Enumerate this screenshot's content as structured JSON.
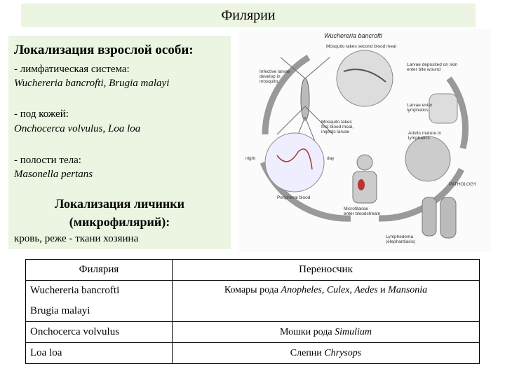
{
  "header": {
    "title": "Филярии"
  },
  "adult": {
    "heading": "Локализация взрослой особи:",
    "groups": [
      {
        "place": "- лимфатическая система:",
        "species": "Wuchereria bancrofti, Brugia malayi"
      },
      {
        "place": "- под кожей:",
        "species": "Onchocerca volvulus, Loa loa"
      },
      {
        "place": "- полости тела:",
        "species": "Masonella pertans"
      }
    ]
  },
  "larva": {
    "heading_line1": "Локализация личинки",
    "heading_line2": "(микрофилярий):",
    "text": "кровь, реже - ткани хозяина"
  },
  "diagram": {
    "title": "Wuchereria bancrofti",
    "labels": {
      "mosquito_second": "Mosquito takes second blood meal",
      "larvae_deposited_1": "Larvae deposited on skin",
      "larvae_deposited_2": "enter bite wound",
      "infective_1": "Infective larvae",
      "infective_2": "develop in",
      "infective_3": "mosquito",
      "larvae_lymph_1": "Larvae enter",
      "larvae_lymph_2": "lymphatics",
      "mosquito_first_1": "Mosquito takes",
      "mosquito_first_2": "first blood meal,",
      "mosquito_first_3": "ingests larvae",
      "adults_1": "Adults mature in",
      "adults_2": "lymphatics",
      "night": "night",
      "day": "day",
      "peripheral": "Peripheral blood",
      "pathology": "PATHOLOGY",
      "microfilariae_1": "Microfilariae",
      "microfilariae_2": "enter bloodstream",
      "lymphedema_1": "Lymphedema",
      "lymphedema_2": "(elephantiasis)"
    }
  },
  "table": {
    "headers": [
      "Филярия",
      "Переносчик"
    ],
    "rows": [
      {
        "species": "Wuchereria bancrofti",
        "vector_pre": "Комары рода ",
        "vector_it": "Anopheles, Culex, Aedes",
        "vector_mid": " и ",
        "vector_it2": "Mansonia"
      },
      {
        "species": "Brugia malayi"
      },
      {
        "species": "Onchocerca volvulus",
        "vector_pre": "Мошки рода ",
        "vector_it": "Simulium"
      },
      {
        "species": "Loa loa",
        "vector_pre": "Слепни ",
        "vector_it": "Chrysops"
      }
    ]
  }
}
